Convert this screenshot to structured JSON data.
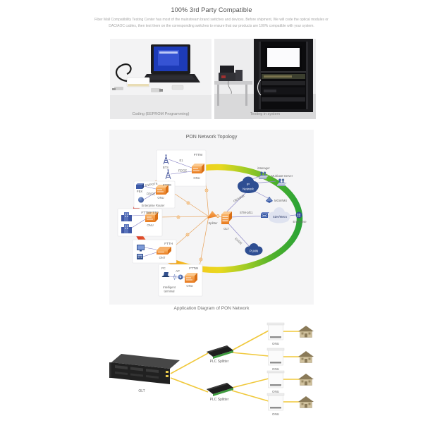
{
  "header": {
    "title": "100% 3rd Party Compatible",
    "description": "Fiber Mall Compatibility Testing Center has most of the mainstream brand switches and devices. Before shipment, We will code the optical modules or DAC/AOC cables, then test them on the corresponding switches to ensure that our products are 100% compatible with your system."
  },
  "gallery": {
    "items": [
      {
        "caption": "Coding (EEPROM Programming)"
      },
      {
        "caption": "Testing in system"
      }
    ]
  },
  "topology": {
    "title": "PON Network Topology",
    "groups": {
      "fttm": {
        "title": "FTTM",
        "node1": "BTS",
        "node2": "Node B",
        "link1": "E1",
        "link2": "FE/GE",
        "device": "ONU"
      },
      "ftto": {
        "title": "FTTO",
        "node1": "PBX",
        "node2": "Enterprise Router",
        "link1": "E1/POTS",
        "link2": "FE/GE",
        "device": "ONU"
      },
      "fttb": {
        "title": "FTTB/FTTO",
        "device": "ONU"
      },
      "ftth": {
        "title": "FTTH",
        "device": "ONT"
      },
      "fttw": {
        "title": "FTTW",
        "pc": "PC",
        "ap": "AP",
        "terminal1": "Intelligent",
        "terminal2": "terminal",
        "device": "ONU"
      }
    },
    "core": {
      "splitter": "Splitter",
      "olt": "OLT",
      "ip1": "IP",
      "ip2": "Network",
      "sdh": "SDH/Metro",
      "plmn": "PLMN",
      "imanager": "iManager",
      "multicast": "Multicast-Server",
      "mgw": "MGW/MS",
      "enterprise": "Enterprise"
    },
    "links": {
      "ge": "GE/10GE",
      "stm": "STM-1/E1",
      "e1ge": "E1/GE"
    }
  },
  "application": {
    "title": "Application Diagram of PON Network",
    "olt": "OLT",
    "splitters": [
      "PLC Splitter",
      "PLC Splitter"
    ],
    "onus": [
      "ONU",
      "ONU",
      "ONU",
      "ONU"
    ]
  },
  "icons": {
    "bts": "lattice-tower",
    "node_b": "lattice-tower",
    "pbx": "blue-3d-box",
    "enterprise_router": "blue-sphere",
    "building": "office-buildings",
    "pc_monitor": "desktop-monitor",
    "phone": "keypad-phone",
    "laptop": "laptop",
    "ap": "wireless-access-point",
    "onu": "orange-3d-box",
    "ont": "orange-flat-box",
    "olt": "orange-3d-chassis",
    "splitter": "orange-cone",
    "ip_network": "dark-blue-cloud",
    "sdh_metro": "light-cloud",
    "plmn": "dark-blue-cloud",
    "imanager": "server-people",
    "multicast_server": "server-people",
    "mgw_ms": "blue-gateway",
    "enterprise": "blue-circle-building",
    "house": "tan-house",
    "plc_splitter": "black-wedge-green-edge",
    "fiber": "yellow-line"
  },
  "colors": {
    "page_bg": "#ffffff",
    "section_bg": "#f5f5f6",
    "card_bg": "#f2f2f3",
    "device_orange": "#ee8a2d",
    "device_blue": "#3b5ca8",
    "cloud_dark_blue": "#2e4e92",
    "fiber_yellow": "#f0c83a",
    "splitter_green": "#3f9c3f",
    "ring_gradient": [
      "#d93025",
      "#f08c1e",
      "#f7c61d",
      "#9ccb25",
      "#2ba336"
    ],
    "title_text": "#4d4d4d",
    "body_text": "#a5a5a5"
  }
}
